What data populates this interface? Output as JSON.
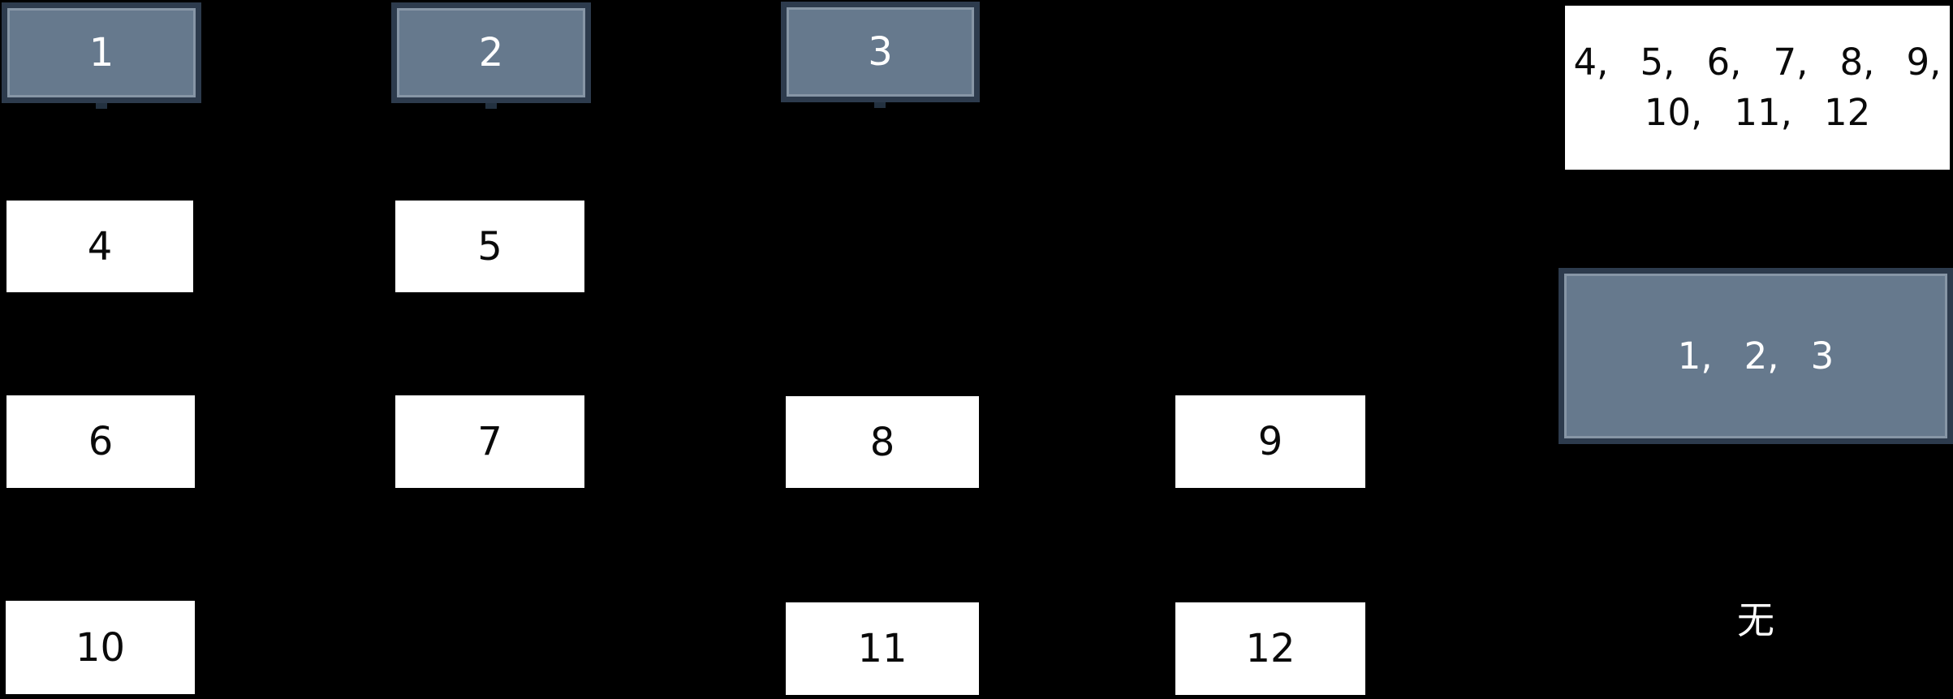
{
  "diagram": {
    "background_color": "#000000",
    "colors": {
      "highlight_fill": "#66798d",
      "highlight_border": "#2d3b4d",
      "highlight_text": "#ffffff",
      "plain_fill": "#ffffff",
      "plain_text": "#0a0a0a"
    },
    "nodes": [
      {
        "label": "1",
        "style": "highlighted",
        "row": 1,
        "col": 1
      },
      {
        "label": "2",
        "style": "highlighted",
        "row": 1,
        "col": 2
      },
      {
        "label": "3",
        "style": "highlighted",
        "row": 1,
        "col": 3
      },
      {
        "label": "4",
        "style": "plain",
        "row": 2,
        "col": 1
      },
      {
        "label": "5",
        "style": "plain",
        "row": 2,
        "col": 2
      },
      {
        "label": "6",
        "style": "plain",
        "row": 3,
        "col": 1
      },
      {
        "label": "7",
        "style": "plain",
        "row": 3,
        "col": 2
      },
      {
        "label": "8",
        "style": "plain",
        "row": 3,
        "col": 3
      },
      {
        "label": "9",
        "style": "plain",
        "row": 3,
        "col": 4
      },
      {
        "label": "10",
        "style": "plain",
        "row": 4,
        "col": 1
      },
      {
        "label": "11",
        "style": "plain",
        "row": 4,
        "col": 3
      },
      {
        "label": "12",
        "style": "plain",
        "row": 4,
        "col": 4
      }
    ],
    "legend": {
      "plain_group": {
        "line1": "4, 5, 6, 7, 8, 9,",
        "line2": "10, 11, 12"
      },
      "highlighted_group_label": "1, 2, 3",
      "none_label": "无"
    }
  }
}
